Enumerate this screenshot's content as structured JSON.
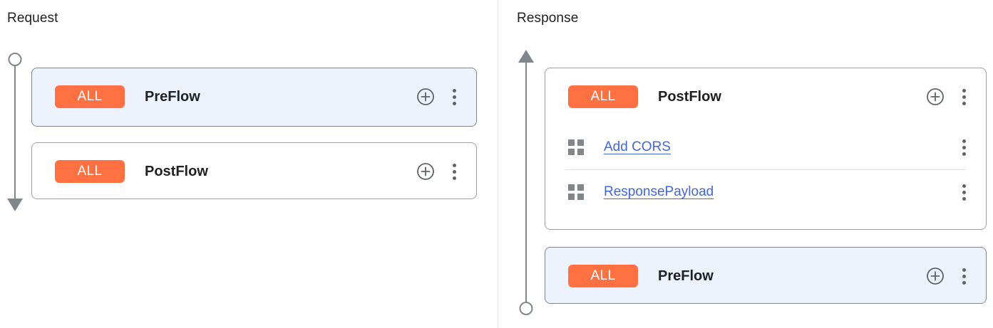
{
  "panels": [
    {
      "title": "Request",
      "direction": "down",
      "cards": [
        {
          "badge": "ALL",
          "name": "PreFlow",
          "selected": true,
          "add_icon": "plus-circle-icon",
          "more_icon": "more-vert-icon",
          "policies": []
        },
        {
          "badge": "ALL",
          "name": "PostFlow",
          "selected": false,
          "add_icon": "plus-circle-icon",
          "more_icon": "more-vert-icon",
          "policies": []
        }
      ]
    },
    {
      "title": "Response",
      "direction": "up",
      "cards": [
        {
          "badge": "ALL",
          "name": "PostFlow",
          "selected": false,
          "add_icon": "plus-circle-icon",
          "more_icon": "more-vert-icon",
          "policies": [
            {
              "drag_icon": "grid-drag-icon",
              "label": "Add CORS",
              "more_icon": "more-vert-icon"
            },
            {
              "drag_icon": "grid-drag-icon",
              "label": "ResponsePayload",
              "more_icon": "more-vert-icon"
            }
          ]
        },
        {
          "badge": "ALL",
          "name": "PreFlow",
          "selected": true,
          "add_icon": "plus-circle-icon",
          "more_icon": "more-vert-icon",
          "policies": []
        }
      ]
    }
  ],
  "colors": {
    "badge_bg": "#ff7043",
    "badge_text": "#ffffff",
    "selected_card_bg": "#eef2fd",
    "card_border": "#9aa0a6",
    "link": "#4268d6",
    "rail": "#80868b",
    "divider": "#e3e3e4",
    "title_text": "#202124"
  }
}
